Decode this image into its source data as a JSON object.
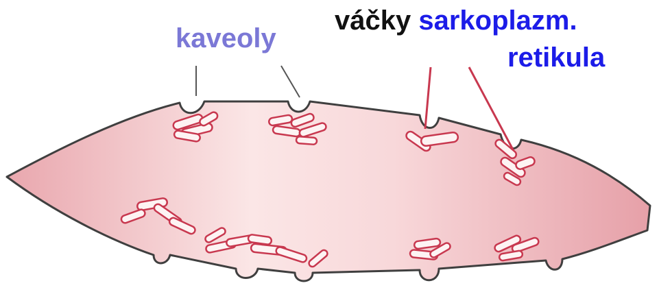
{
  "labels": {
    "caveolae": "kaveoly",
    "vesicles_word": "váčky",
    "sr_line1": "sarkoplazm.",
    "sr_line2": "retikula"
  },
  "colors": {
    "caveolae_label": "#7b78d6",
    "vesicles_word": "#111111",
    "sr_label": "#1c1ce8",
    "cell_fill_edge": "#e9a7ae",
    "cell_fill_center": "#fbe6e6",
    "membrane_outline": "#3f3f3f",
    "vesicle_stroke": "#c8384f",
    "vesicle_fill": "#fdf3f3",
    "leader_line_sr": "#c8384f",
    "leader_line_caveolae": "#555555"
  }
}
